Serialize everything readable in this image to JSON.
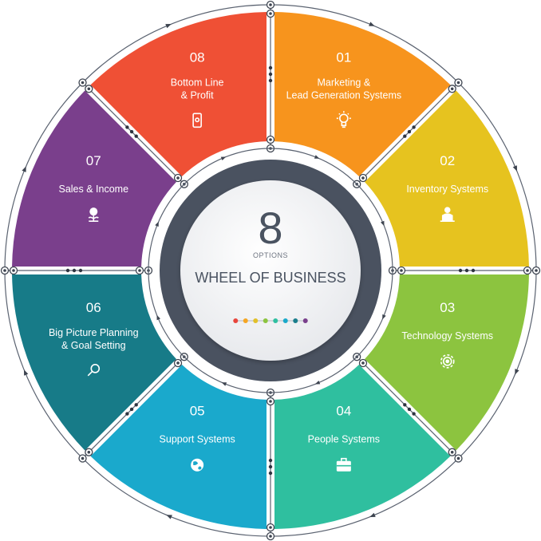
{
  "center": {
    "number": "8",
    "options_label": "OPTIONS",
    "title": "WHEEL OF BUSINESS",
    "dots": [
      "#e8453c",
      "#f5a623",
      "#e2c02a",
      "#8cc43f",
      "#2fbfa0",
      "#1aa9c9",
      "#1a7e8c",
      "#7a3f8c"
    ]
  },
  "segments": [
    {
      "number": "01",
      "lines": [
        "Marketing &",
        "Lead Generation Systems"
      ],
      "color": "#f7941d",
      "icon": "lightbulb-icon"
    },
    {
      "number": "02",
      "lines": [
        "Inventory Systems"
      ],
      "color": "#e6c31f",
      "icon": "person-podium-icon"
    },
    {
      "number": "03",
      "lines": [
        "Technology Systems"
      ],
      "color": "#8cc43f",
      "icon": "gear-icon"
    },
    {
      "number": "04",
      "lines": [
        "People Systems"
      ],
      "color": "#2fbf9f",
      "icon": "briefcase-icon"
    },
    {
      "number": "05",
      "lines": [
        "Support Systems"
      ],
      "color": "#1aa9cc",
      "icon": "globe-icon"
    },
    {
      "number": "06",
      "lines": [
        "Big Picture Planning",
        "& Goal Setting"
      ],
      "color": "#177b88",
      "icon": "magnifier-icon"
    },
    {
      "number": "07",
      "lines": [
        "Sales & Income"
      ],
      "color": "#7a3f8c",
      "icon": "money-plant-icon"
    },
    {
      "number": "08",
      "lines": [
        "Bottom Line",
        "& Profit"
      ],
      "color": "#ef5035",
      "icon": "mobile-phone-icon"
    }
  ]
}
